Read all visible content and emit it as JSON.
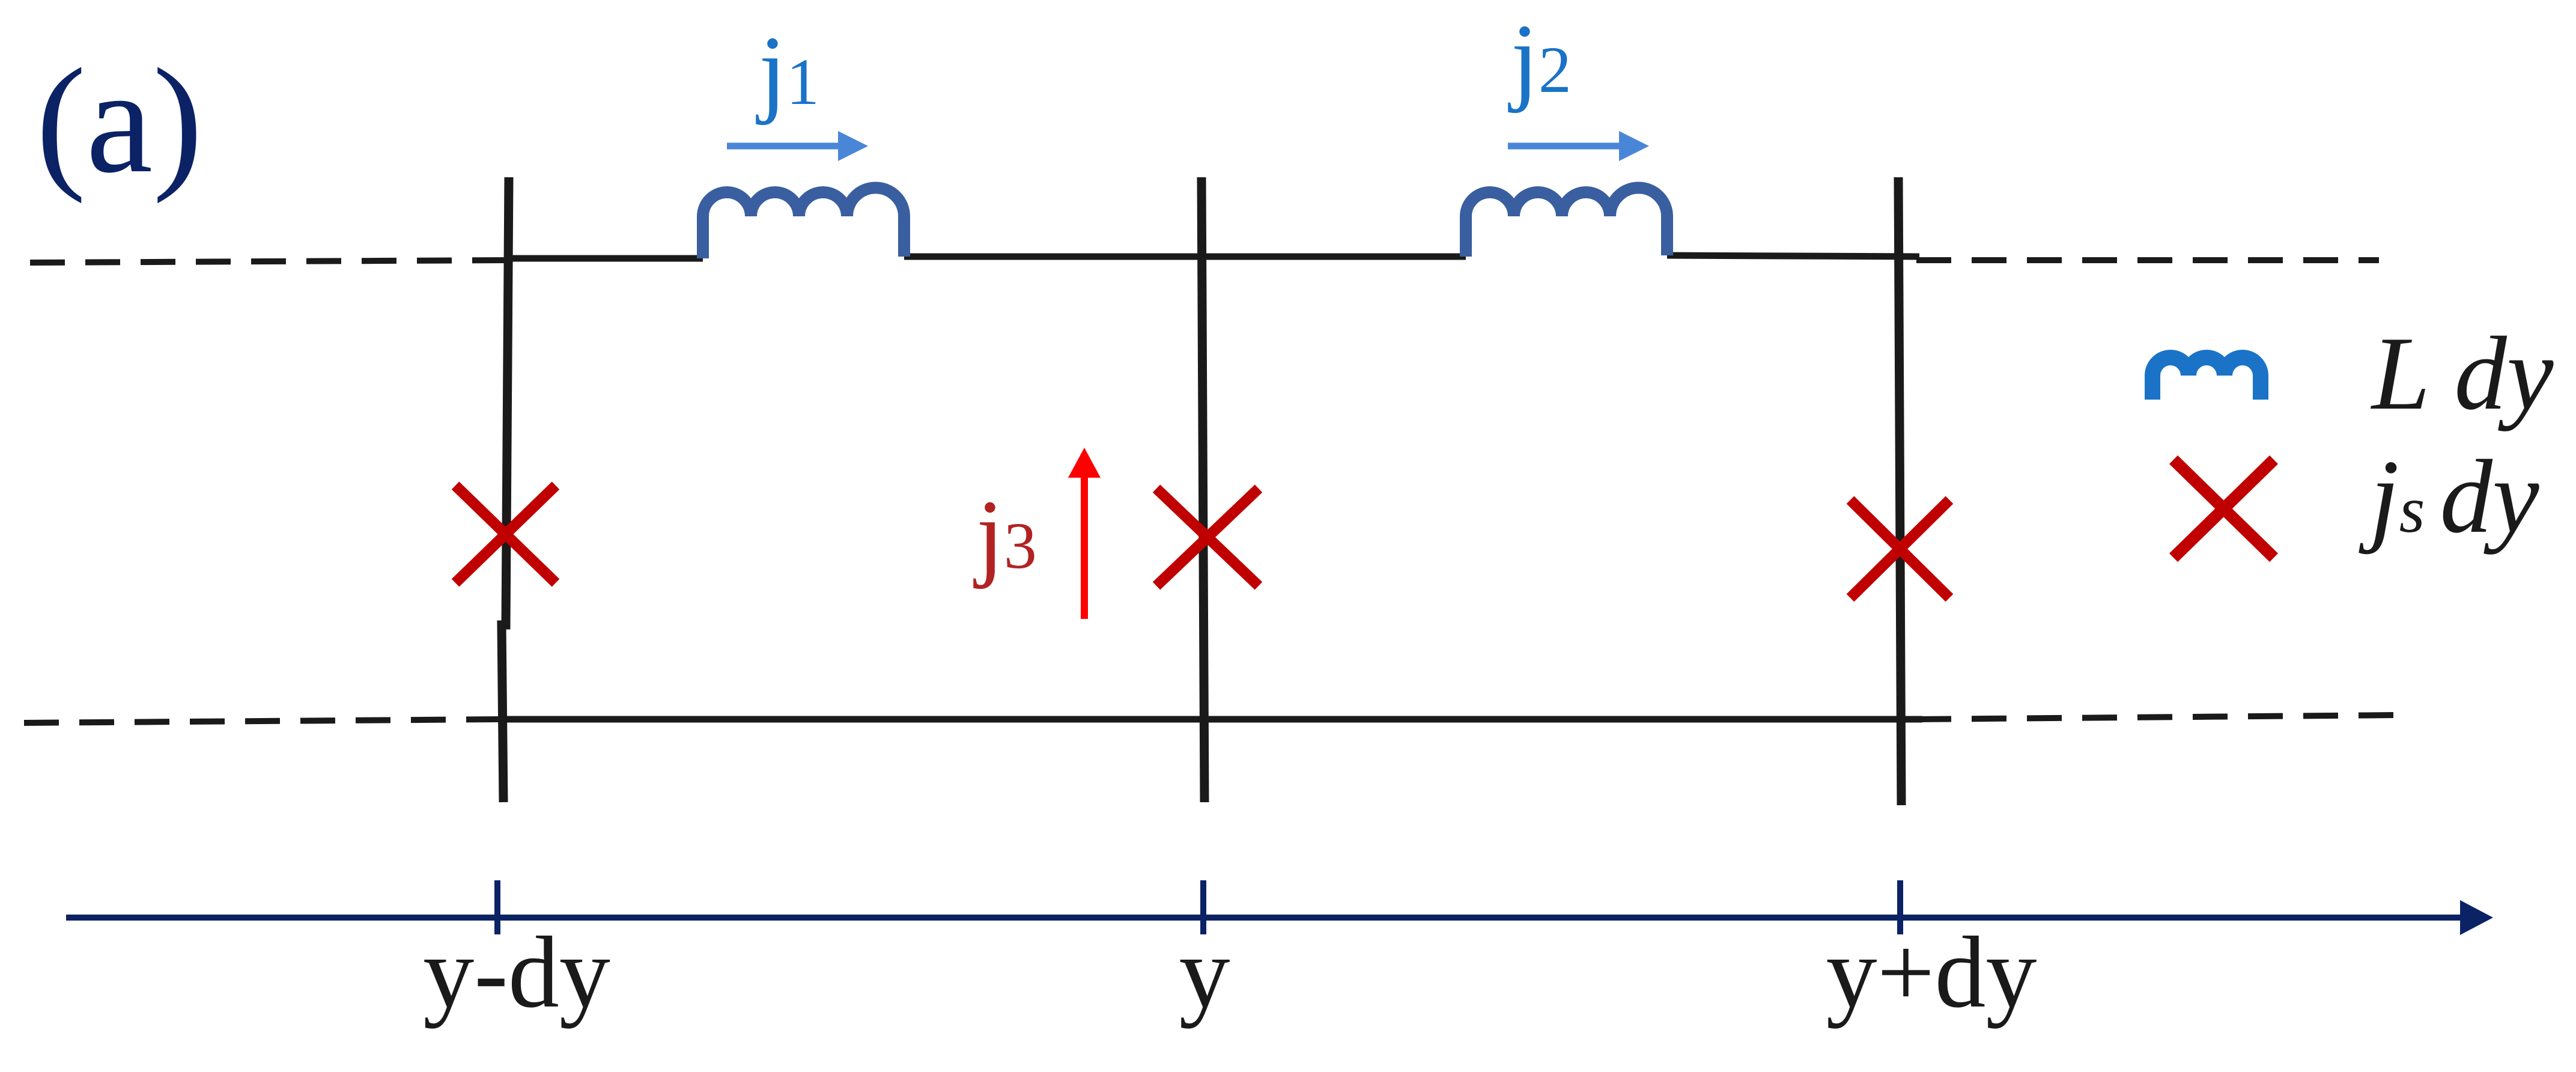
{
  "panel_label": "(a)",
  "current_labels": {
    "j1": {
      "base": "j",
      "sub": "1"
    },
    "j2": {
      "base": "j",
      "sub": "2"
    },
    "j3": {
      "base": "j",
      "sub": "3"
    }
  },
  "legend": {
    "inductor": {
      "symbol": "L",
      "suffix": "dy"
    },
    "junction": {
      "symbol": "j",
      "sub": "s",
      "suffix": "dy"
    }
  },
  "axis": {
    "ticks": [
      "y-dy",
      "y",
      "y+dy"
    ]
  },
  "colors": {
    "wire": "#1a1a1a",
    "axis": "#0b2265",
    "panel_label": "#0b2265",
    "inductor": "#3a5fa0",
    "legend_inductor": "#1a73c7",
    "current_blue_label": "#1a73c7",
    "current_blue_arrow": "#4a86d8",
    "junction_x": "#c00000",
    "j3_label": "#b22222",
    "j3_arrow": "#ff0000"
  }
}
